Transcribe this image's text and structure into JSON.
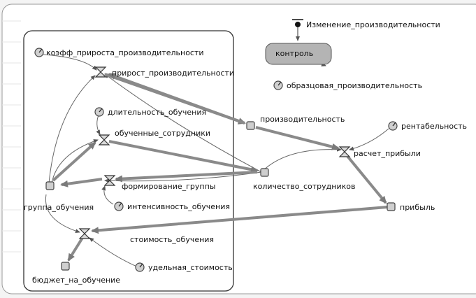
{
  "event": {
    "label": "Изменение_производительности"
  },
  "state": {
    "label": "контроль"
  },
  "params": {
    "growth_coef": "коэфф_прироста_производительности",
    "sample_productivity": "образцовая_производительность",
    "training_duration": "длительность_обучения",
    "profitability": "рентабельность",
    "training_intensity": "интенсивность_обучения",
    "unit_cost": "удельная_стоимость"
  },
  "flows": {
    "productivity_growth": "прирост_производительности",
    "trained_employees": "обученные_сотрудники",
    "profit_calc": "расчет_прибыли",
    "group_forming": "формирование_группы",
    "training_cost": "стоимость_обучения"
  },
  "stocks": {
    "productivity": "производительность",
    "employee_count": "количество_сотрудников",
    "profit": "прибыль",
    "training_group": "группа_обучения",
    "training_budget": "бюджет_на_обучение"
  },
  "colors": {
    "background": "#f4f4f4",
    "thin_link": "#666666",
    "flow_arrow": "#8a8a8a",
    "node_fill": "#cfcfcf",
    "state_fill": "#b4b4b4"
  }
}
